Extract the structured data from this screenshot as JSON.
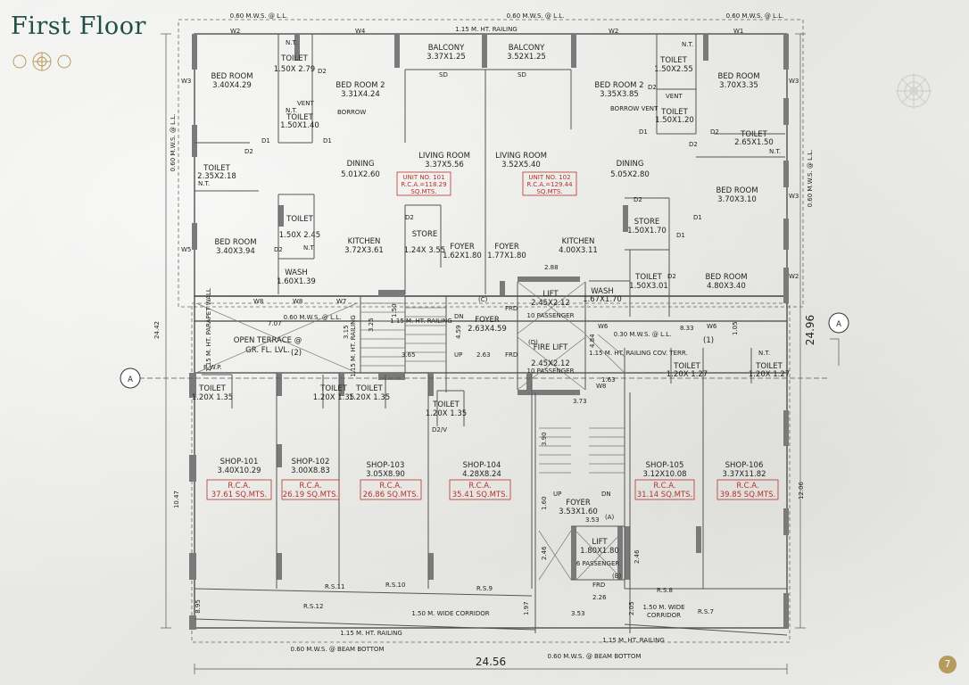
{
  "page": {
    "title": "First Floor",
    "page_number": "7"
  },
  "rooms": [
    {
      "id": "r1",
      "name": "BED ROOM",
      "dim": "3.40X4.29"
    },
    {
      "id": "r2",
      "name": "TOILET",
      "dim": "1.50X 2.79"
    },
    {
      "id": "r3",
      "name": "BED ROOM 2",
      "dim": "3.31X4.24"
    },
    {
      "id": "r4",
      "name": "BALCONY",
      "dim": "3.37X1.25"
    },
    {
      "id": "r5",
      "name": "BALCONY",
      "dim": "3.52X1.25"
    },
    {
      "id": "r6",
      "name": "BED ROOM 2",
      "dim": "3.35X3.85"
    },
    {
      "id": "r7",
      "name": "TOILET",
      "dim": "1.50X2.55"
    },
    {
      "id": "r8",
      "name": "BED ROOM",
      "dim": "3.70X3.35"
    },
    {
      "id": "r9",
      "name": "TOILET",
      "dim": "1.50X1.40"
    },
    {
      "id": "r10",
      "name": "TOILET",
      "dim": "1.50X1.20"
    },
    {
      "id": "r11",
      "name": "TOILET",
      "dim": "2.65X1.50"
    },
    {
      "id": "r12",
      "name": "TOILET",
      "dim": "2.35X2.18"
    },
    {
      "id": "r13",
      "name": "DINING",
      "dim": "5.01X2.60"
    },
    {
      "id": "r14",
      "name": "LIVING ROOM",
      "dim": "3.37X5.56"
    },
    {
      "id": "r15",
      "name": "LIVING ROOM",
      "dim": "3.52X5.40"
    },
    {
      "id": "r16",
      "name": "DINING",
      "dim": "5.05X2.80"
    },
    {
      "id": "r17",
      "name": "BED ROOM",
      "dim": "3.70X3.10"
    },
    {
      "id": "r18",
      "name": "TOILET",
      "dim": "1.50X 2.45"
    },
    {
      "id": "r19",
      "name": "STORE",
      "dim": "1.24X 3.55"
    },
    {
      "id": "r20",
      "name": "STORE",
      "dim": "1.50X1.70"
    },
    {
      "id": "r21",
      "name": "BED ROOM",
      "dim": "3.40X3.94"
    },
    {
      "id": "r22",
      "name": "KITCHEN",
      "dim": "3.72X3.61"
    },
    {
      "id": "r23",
      "name": "FOYER",
      "dim": "1.62X1.80"
    },
    {
      "id": "r24",
      "name": "FOYER",
      "dim": "1.77X1.80"
    },
    {
      "id": "r25",
      "name": "KITCHEN",
      "dim": "4.00X3.11"
    },
    {
      "id": "r26",
      "name": "WASH",
      "dim": "1.60X1.39"
    },
    {
      "id": "r27",
      "name": "TOILET",
      "dim": "1.50X3.01"
    },
    {
      "id": "r28",
      "name": "BED ROOM",
      "dim": "4.80X3.40"
    },
    {
      "id": "r29",
      "name": "WASH",
      "dim": "1.67X1.70"
    },
    {
      "id": "r30",
      "name": "LIFT",
      "dim": "2.45X2.12"
    },
    {
      "id": "r31",
      "name": "FOYER",
      "dim": "2.63X4.59"
    },
    {
      "id": "r32",
      "name": "FIRE LIFT",
      "dim": "2.45X2.12"
    },
    {
      "id": "r33",
      "name": "TOILET",
      "dim": "1.20X 1.35"
    },
    {
      "id": "r34",
      "name": "TOILET",
      "dim": "1.20X 1.35"
    },
    {
      "id": "r35",
      "name": "TOILET",
      "dim": "1.20X 1.35"
    },
    {
      "id": "r36",
      "name": "TOILET",
      "dim": "1.20X 1.35"
    },
    {
      "id": "r37",
      "name": "TOILET",
      "dim": "1.20X 1.27"
    },
    {
      "id": "r38",
      "name": "TOILET",
      "dim": "1.20X 1.27"
    },
    {
      "id": "r39",
      "name": "FOYER",
      "dim": "3.53X1.60"
    },
    {
      "id": "r40",
      "name": "LIFT",
      "dim": "1.80X1.80"
    }
  ],
  "units": [
    {
      "name": "UNIT NO. 101",
      "rca": "R.C.A.=118.29",
      "unit": "SQ.MTS."
    },
    {
      "name": "UNIT NO. 102",
      "rca": "R.C.A.=129.44",
      "unit": "SQ.MTS."
    }
  ],
  "shops": [
    {
      "name": "SHOP-101",
      "dim": "3.40X10.29",
      "rca": "R.C.A.",
      "area": "37.61 SQ.MTS."
    },
    {
      "name": "SHOP-102",
      "dim": "3.00X8.83",
      "rca": "R.C.A.",
      "area": "26.19 SQ.MTS."
    },
    {
      "name": "SHOP-103",
      "dim": "3.05X8.90",
      "rca": "R.C.A.",
      "area": "26.86 SQ.MTS."
    },
    {
      "name": "SHOP-104",
      "dim": "4.28X8.24",
      "rca": "R.C.A.",
      "area": "35.41 SQ.MTS."
    },
    {
      "name": "SHOP-105",
      "dim": "3.12X10.08",
      "rca": "R.C.A.",
      "area": "31.14 SQ.MTS."
    },
    {
      "name": "SHOP-106",
      "dim": "3.37X11.82",
      "rca": "R.C.A.",
      "area": "39.85 SQ.MTS."
    }
  ],
  "labels": {
    "mws_top_left": "0.60 M.W.S. @ L.L.",
    "mws_top_mid": "0.60 M.W.S. @ L.L.",
    "mws_top_right": "0.60 M.W.S. @ L.L.",
    "railing_top": "1.15 M. HT. RAILING",
    "mws_left": "0.60 M.W.S. @ L.L.",
    "mws_right": "0.60 M.W.S. @ L.L.",
    "mws_mid_left": "0.60 M.W.S. @ L.L.",
    "mws_mid_right": "0.60 M.W.S. @ L.L.",
    "open_terrace": "OPEN TERRACE @",
    "open_terrace_2": "GR. FL. LVL.",
    "open_terrace_num": "(2)",
    "parapet": "1.15 M. HT. PARAPET WALL",
    "rwp": "R.W.P.",
    "railing_stair": "1.15 M. HT. RAILING",
    "railing_left_stair": "1.15 M. HT. RAILING",
    "railing_cov": "1.15 M. HT. RAILING COV. TERR.",
    "corridor": "1.50 M. WIDE CORRIDOR",
    "corridor_right": "1.50 M. WIDE",
    "corridor_right_2": "CORRIDOR",
    "railing_bottom_left": "1.15 M. HT. RAILING",
    "railing_bottom_right": "1.15 M. HT. RAILING",
    "mws_bottom_left": "0.60 M.W.S. @ BEAM BOTTOM",
    "mws_bottom_right": "0.60 M.W.S. @ BEAM BOTTOM",
    "passenger": "10 PASSENGER",
    "lift_small_pass": "6 PASSENGER",
    "vent": "VENT",
    "borrow": "BORROW",
    "borrow_vent": "BORROW VENT",
    "nt": "N.T.",
    "section_marker": "A",
    "dim_width": "24.56",
    "dim_depth": "24.96",
    "dim_left_depth": "24.42",
    "dim_shop_left": "10.47",
    "dim_shop_right": "12.06",
    "dim_b_corr": "8.95",
    "terrace_1": "(1)",
    "c_marker": "(C)",
    "d_marker": "(D)",
    "a_marker": "(A)",
    "b_marker": "(B)"
  },
  "dims": {
    "w2a": "W2",
    "w4": "W4",
    "w2b": "W2",
    "w1": "W1",
    "w3a": "W3",
    "w3b": "W3",
    "w3c": "W3",
    "w5": "W5",
    "w2c": "W2",
    "w8a": "W8",
    "w8b": "W8",
    "w7": "W7",
    "w6a": "W6",
    "w6b": "W6",
    "w8c": "W8",
    "d1a": "D1",
    "d1b": "D1",
    "d1c": "D1",
    "d1d": "D1",
    "d1e": "D1",
    "d2a": "D2",
    "d2b": "D2",
    "d2c": "D2",
    "d2d": "D2",
    "d2e": "D2",
    "d2f": "D2",
    "d2g": "D2",
    "d2h": "D2",
    "d2i": "D2",
    "sd1": "SD",
    "sd2": "SD",
    "dn1": "DN",
    "up1": "UP",
    "dn2": "DN",
    "up2": "UP",
    "frd1": "FRD",
    "frd2": "FRD",
    "frd3": "FRD",
    "rs7": "R.S.7",
    "rs8": "R.S.8",
    "rs9": "R.S.9",
    "rs10": "R.S.10",
    "rs11": "R.S.11",
    "rs12": "R.S.12",
    "v1": "2.88",
    "v2": "4.84",
    "v3": "4.59",
    "v4": "2.63",
    "v5": "3.65",
    "v6": "3.15",
    "v7": "3.25",
    "v8": "1.50",
    "v9": "7.07",
    "v10": "8.33",
    "v11": "1.05",
    "v12": "1.63",
    "v13": "3.73",
    "v14": "3.90",
    "v15": "1.60",
    "v16": "2.46",
    "v17": "2.46",
    "v18": "3.53",
    "v19": "2.26",
    "v20": "3.53",
    "v21": "1.97",
    "v22": "2.05",
    "v23": "0.30 M.W.S. @ L.L.",
    "v24": "D2/V"
  }
}
